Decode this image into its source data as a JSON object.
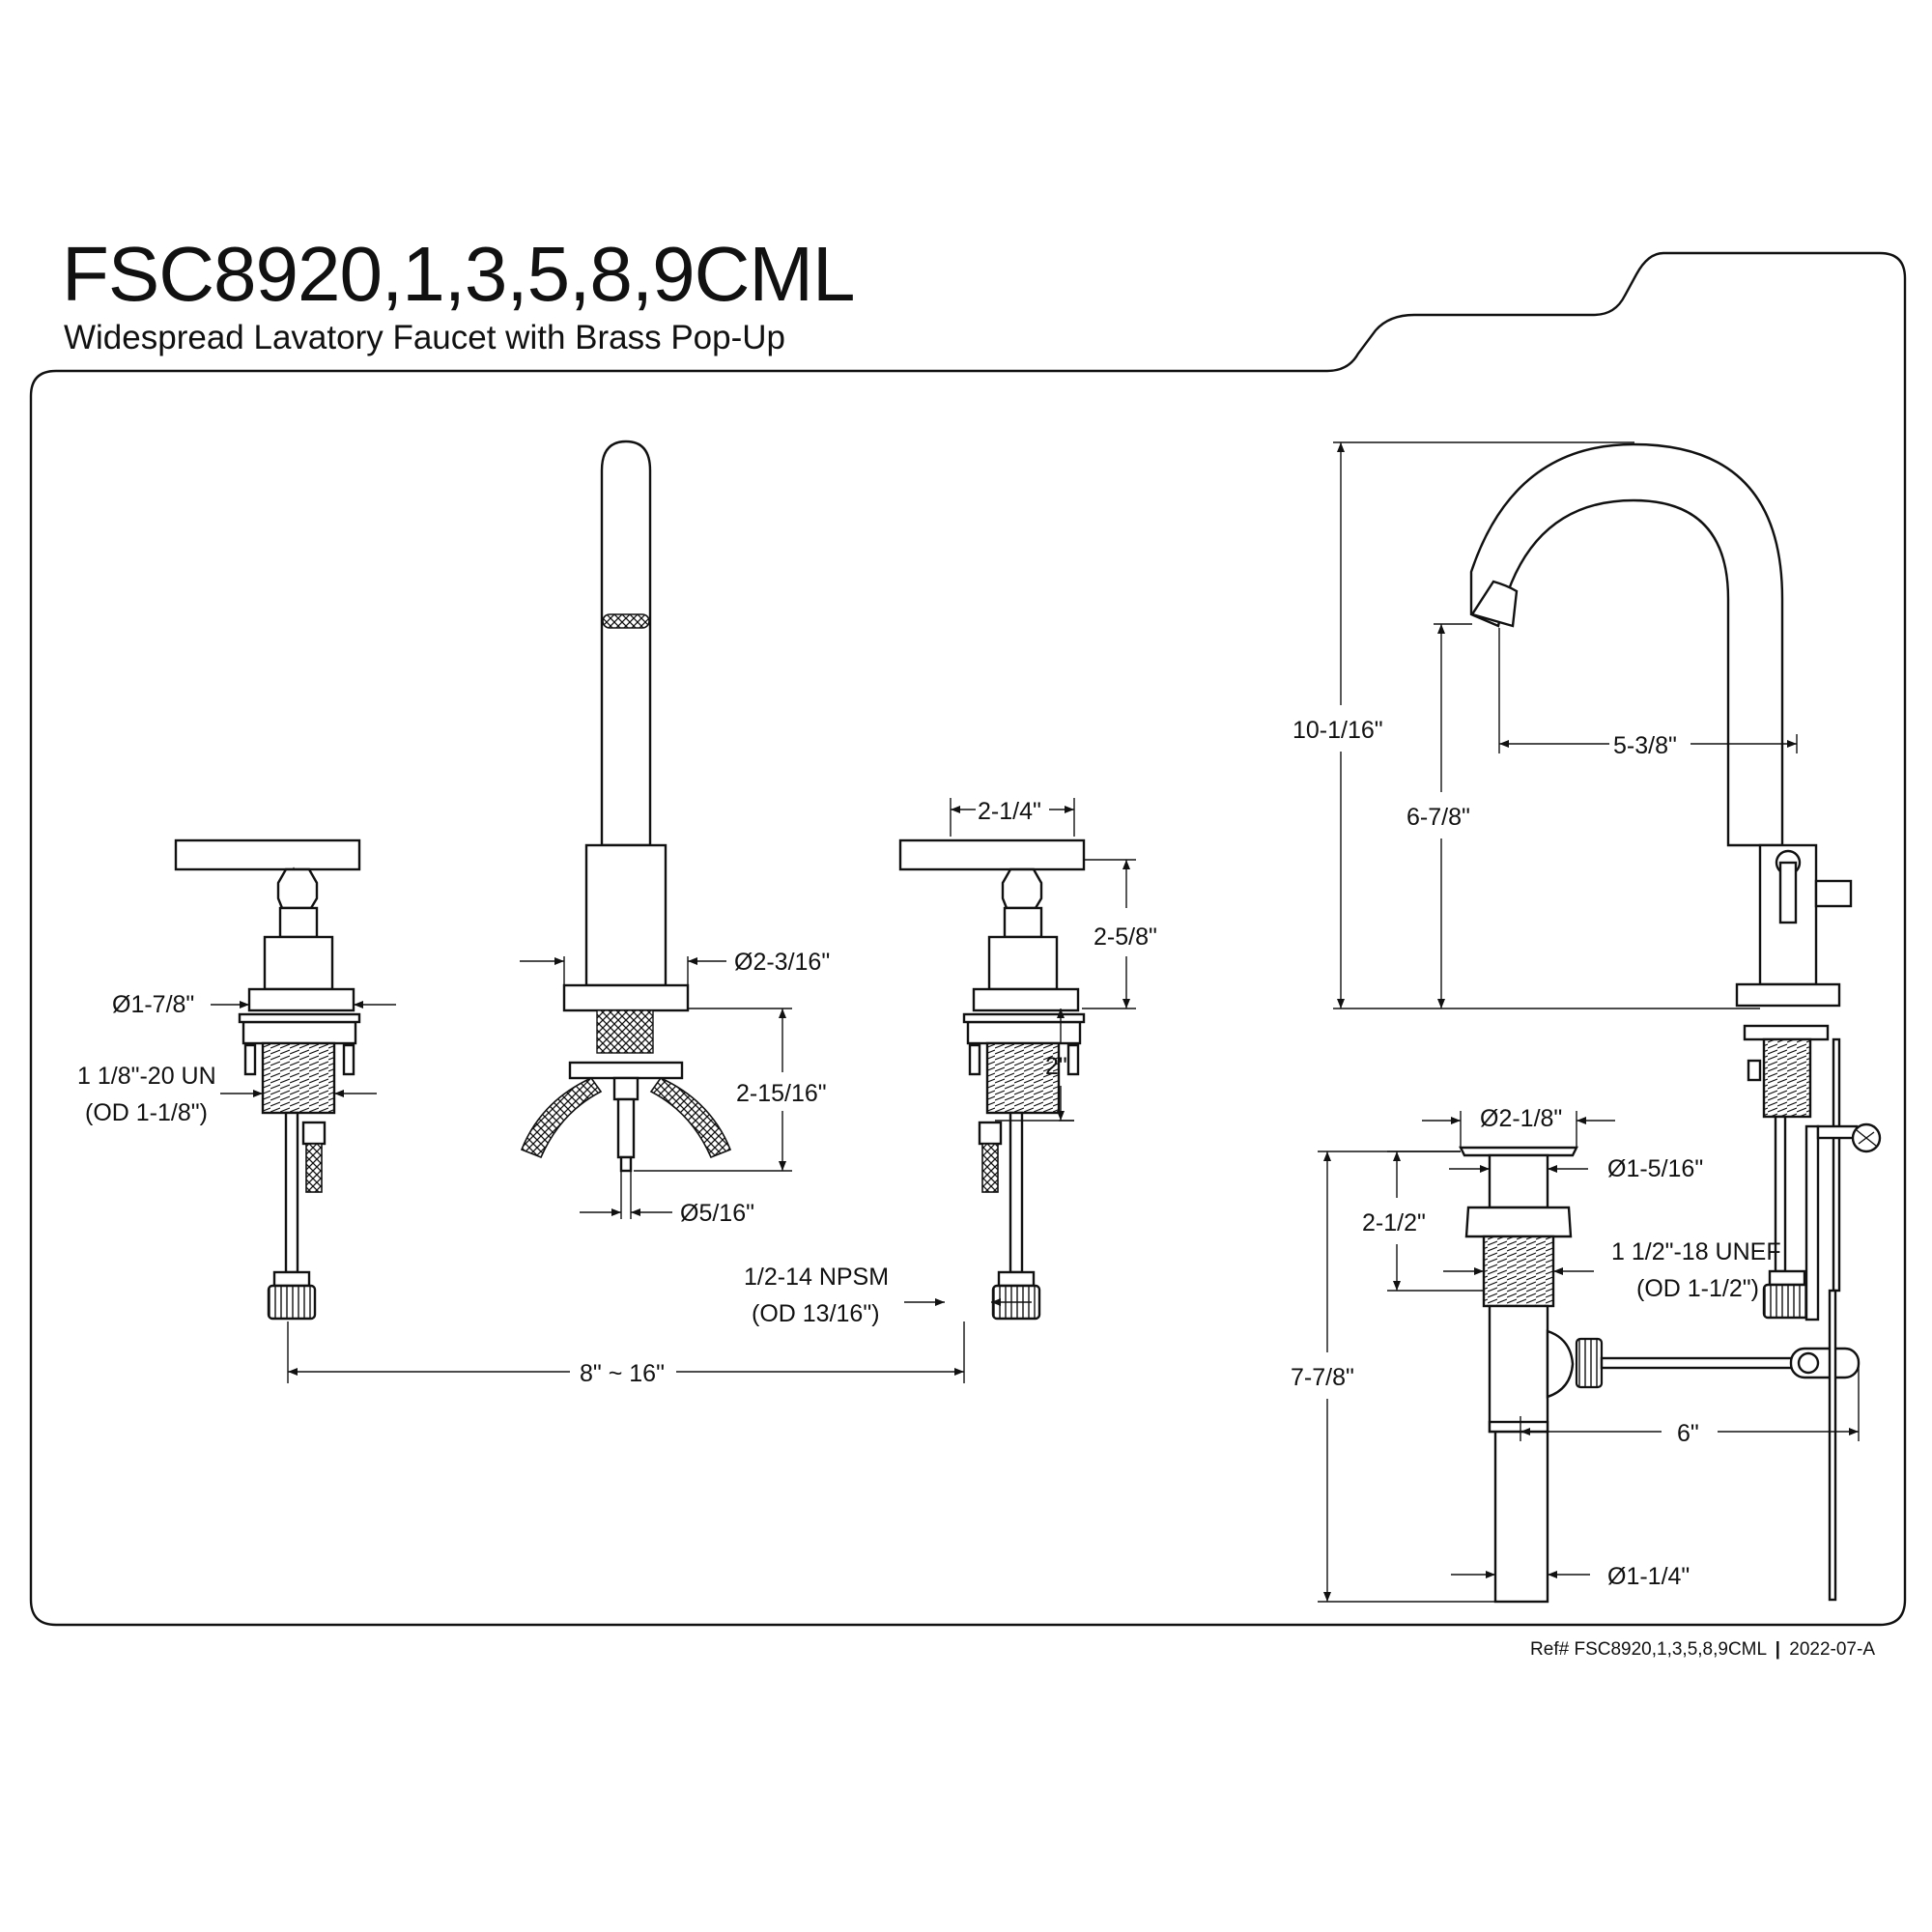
{
  "header": {
    "title": "FSC8920,1,3,5,8,9CML",
    "subtitle": "Widespread Lavatory Faucet with Brass Pop-Up"
  },
  "footer": {
    "ref": "Ref# FSC8920,1,3,5,8,9CML",
    "separator": "|",
    "revision": "2022-07-A"
  },
  "dimensions": {
    "handle_base_dia": "Ø1-7/8\"",
    "handle_thread": "1 1/8\"-20 UN",
    "handle_thread_od": "(OD 1-1/8\")",
    "spout_base_dia": "Ø2-3/16\"",
    "spout_shank_length": "2-15/16\"",
    "spout_stud_dia": "Ø5/16\"",
    "handle_width": "2-1/4\"",
    "handle_height": "2-5/8\"",
    "handle_shank": "2\"",
    "supply_thread": "1/2-14 NPSM",
    "supply_thread_od": "(OD 13/16\")",
    "center_spread": "8\" ~ 16\"",
    "overall_height": "10-1/16\"",
    "spout_clearance": "6-7/8\"",
    "spout_reach": "5-3/8\"",
    "drain_flange_dia": "Ø2-1/8\"",
    "drain_stopper_dia": "Ø1-5/16\"",
    "drain_upper_length": "2-1/2\"",
    "drain_thread": "1 1/2\"-18 UNEF",
    "drain_thread_od": "(OD 1-1/2\")",
    "drain_overall_length": "7-7/8\"",
    "pivot_reach": "6\"",
    "tailpiece_dia": "Ø1-1/4\""
  }
}
